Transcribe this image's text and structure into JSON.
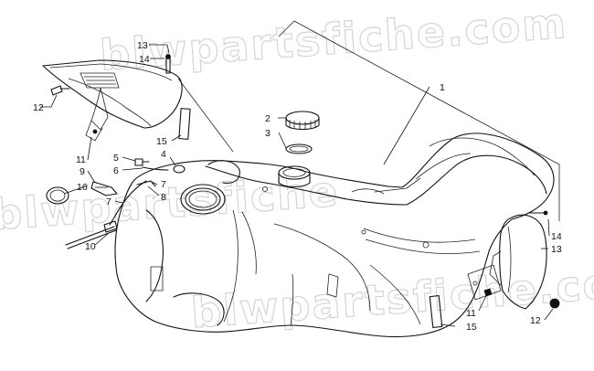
{
  "watermark": {
    "text": "blwpartsfiche.com",
    "text_short": "blwpartsfiche"
  },
  "callouts": {
    "c1": "1",
    "c2": "2",
    "c3": "3",
    "c4": "4",
    "c5": "5",
    "c6": "6",
    "c7a": "7",
    "c7b": "7",
    "c8": "8",
    "c9": "9",
    "c10": "10",
    "c11a": "11",
    "c11b": "11",
    "c12a": "12",
    "c12b": "12",
    "c13a": "13",
    "c13b": "13",
    "c14a": "14",
    "c14b": "14",
    "c15a": "15",
    "c15b": "15",
    "c16": "16"
  }
}
